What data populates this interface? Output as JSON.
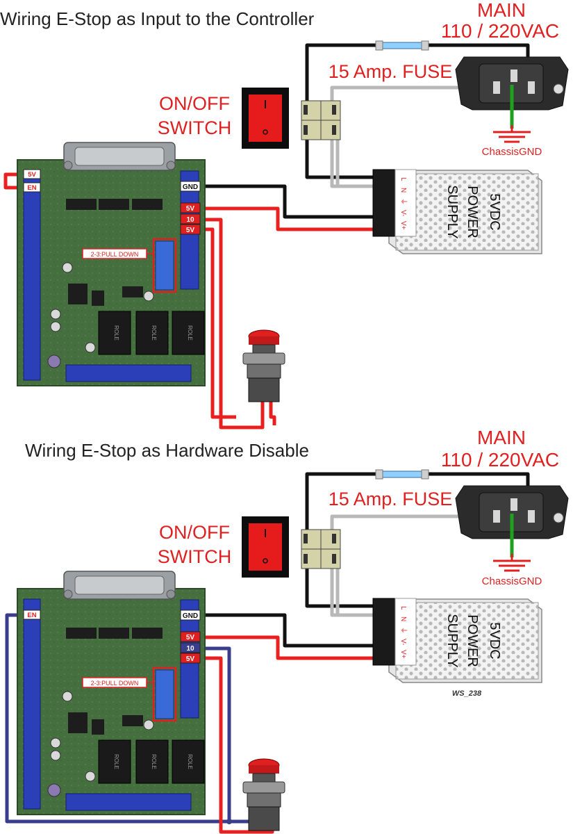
{
  "top": {
    "title": "Wiring E-Stop as Input to the Controller",
    "main_line1": "MAIN",
    "main_line2": "110 / 220VAC",
    "fuse_label": "15 Amp. FUSE",
    "switch_line1": "ON/OFF",
    "switch_line2": "SWITCH",
    "chassis_label": "ChassisGND",
    "psu_line1": "5VDC",
    "psu_line2": "POWER",
    "psu_line3": "SUPPLY",
    "psu_terminals": [
      "L",
      "N",
      "⏚",
      "V-",
      "V+"
    ],
    "board_left_labels": [
      "5V",
      "EN"
    ],
    "board_right_labels": [
      "GND",
      "5V",
      "10",
      "5V"
    ],
    "pulldown_label": "2-3:PULL DOWN",
    "relay_labels": [
      "ROLE",
      "ROLE",
      "ROLE"
    ]
  },
  "bottom": {
    "title": "Wiring E-Stop as Hardware Disable",
    "main_line1": "MAIN",
    "main_line2": "110 / 220VAC",
    "fuse_label": "15 Amp. FUSE",
    "switch_line1": "ON/OFF",
    "switch_line2": "SWITCH",
    "chassis_label": "ChassisGND",
    "psu_line1": "5VDC",
    "psu_line2": "POWER",
    "psu_line3": "SUPPLY",
    "psu_terminals": [
      "L",
      "N",
      "⏚",
      "V-",
      "V+"
    ],
    "board_left_labels": [
      "EN"
    ],
    "board_right_labels": [
      "GND",
      "5V",
      "10",
      "5V"
    ],
    "pulldown_label": "2-3:PULL DOWN",
    "relay_labels": [
      "ROLE",
      "ROLE",
      "ROLE"
    ],
    "watermark": "WS_238"
  },
  "colors": {
    "wire_red": "#e82020",
    "wire_black": "#111111",
    "wire_gray": "#b8b8b8",
    "wire_blue": "#3a3c8c",
    "wire_green": "#20a020",
    "board_green": "#3f6b3a",
    "terminal_blue": "#2b3fb8",
    "label_red": "#e02020"
  }
}
